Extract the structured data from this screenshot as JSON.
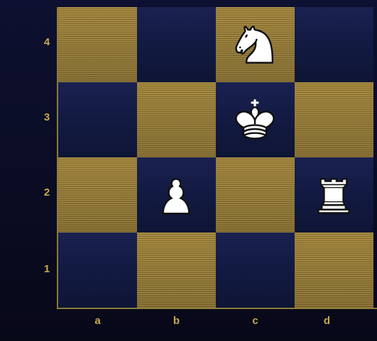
{
  "board": {
    "ranks": [
      "4",
      "3",
      "2",
      "1"
    ],
    "files": [
      "a",
      "b",
      "c",
      "d"
    ],
    "pieces": [
      {
        "square": "c4",
        "type": "knight",
        "color": "white"
      },
      {
        "square": "c3",
        "type": "king",
        "color": "white"
      },
      {
        "square": "b2",
        "type": "pawn",
        "color": "white"
      },
      {
        "square": "d2",
        "type": "rook",
        "color": "white"
      }
    ],
    "colors": {
      "light_square": "#9a7e35",
      "dark_square": "#141b45",
      "label": "#c9a94a",
      "piece": "#ffffff"
    }
  }
}
